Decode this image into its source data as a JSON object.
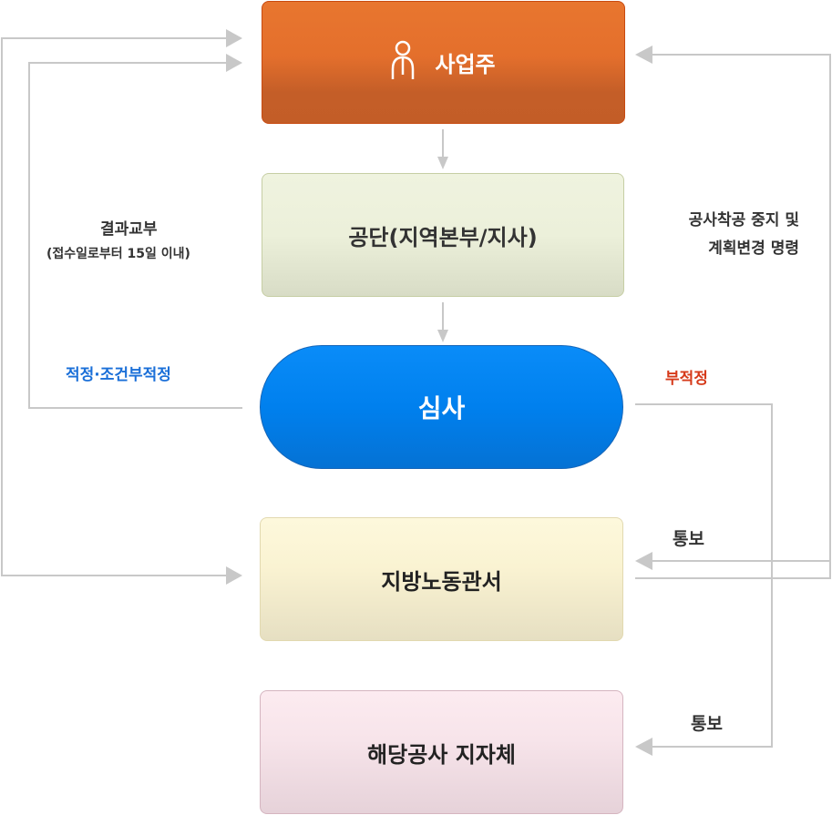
{
  "nodes": {
    "owner": "사업주",
    "agency": "공단(지역본부/지사)",
    "review": "심사",
    "labor_office": "지방노동관서",
    "local_gov": "해당공사 지자체"
  },
  "labels": {
    "result_delivery": "결과교부",
    "result_delivery_note": "(접수일로부터 15일 이내)",
    "suitable": "적정·조건부적정",
    "order_line1": "공사착공 중지 및",
    "order_line2": "계획변경 명령",
    "unsuitable": "부적정",
    "notify1": "통보",
    "notify2": "통보"
  },
  "colors": {
    "suitable": "#1a6fd8",
    "unsuitable": "#d63a1a",
    "line": "#c8c8c8"
  }
}
